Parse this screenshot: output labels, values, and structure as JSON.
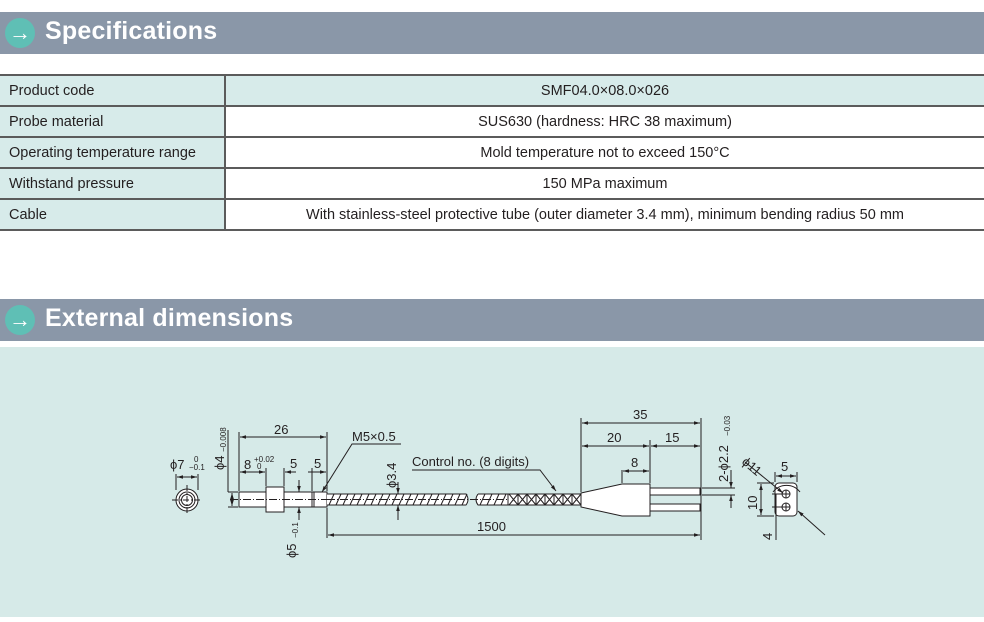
{
  "sections": {
    "specifications": {
      "title": "Specifications",
      "icon": "arrow-right-icon"
    },
    "external_dimensions": {
      "title": "External dimensions",
      "icon": "arrow-right-icon"
    }
  },
  "spec_table": {
    "rows": [
      {
        "label": "Product code",
        "value": "SMF04.0×08.0×026"
      },
      {
        "label": "Probe material",
        "value": "SUS630 (hardness: HRC 38 maximum)"
      },
      {
        "label": "Operating temperature range",
        "value": "Mold temperature not to exceed 150°C"
      },
      {
        "label": "Withstand pressure",
        "value": "150 MPa maximum"
      },
      {
        "label": "Cable",
        "value": "With stainless-steel protective tube (outer diameter 3.4 mm), minimum bending radius 50 mm"
      }
    ]
  },
  "drawing": {
    "dim_phi7": "ϕ7",
    "dim_phi7_tol_upper": "0",
    "dim_phi7_tol_lower": "−0.1",
    "dim_phi4": "ϕ4",
    "dim_phi4_tol": "−0.008",
    "dim_26": "26",
    "dim_8": "8",
    "dim_8_tol_upper": "+0.02",
    "dim_8_tol_lower": "0",
    "dim_5a": "5",
    "dim_5b": "5",
    "dim_phi5": "ϕ5",
    "dim_phi5_tol": "−0.1",
    "thread": "M5×0.5",
    "dim_phi34": "ϕ3.4",
    "control_no": "Control no. (8 digits)",
    "dim_1500": "1500",
    "dim_35": "35",
    "dim_20": "20",
    "dim_15": "15",
    "dim_8b": "8",
    "dim_pins": "2-ϕ2.2",
    "dim_pins_tol": "−0.03",
    "dim_phi11": "ϕ11",
    "dim_5c": "5",
    "dim_10": "10",
    "dim_4": "4"
  }
}
